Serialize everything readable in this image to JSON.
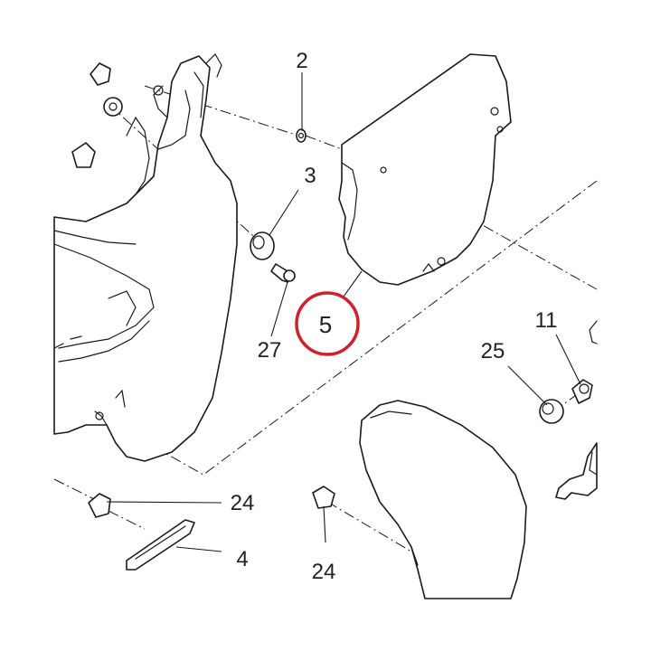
{
  "highlight": {
    "part_number": "5",
    "color": "#d0202a"
  },
  "callouts": {
    "c2": "2",
    "c3": "3",
    "c27": "27",
    "c11": "11",
    "c25": "25",
    "c24a": "24",
    "c24b": "24",
    "c4": "4"
  },
  "colors": {
    "ink": "#1a1a1a",
    "paper": "#ffffff"
  }
}
